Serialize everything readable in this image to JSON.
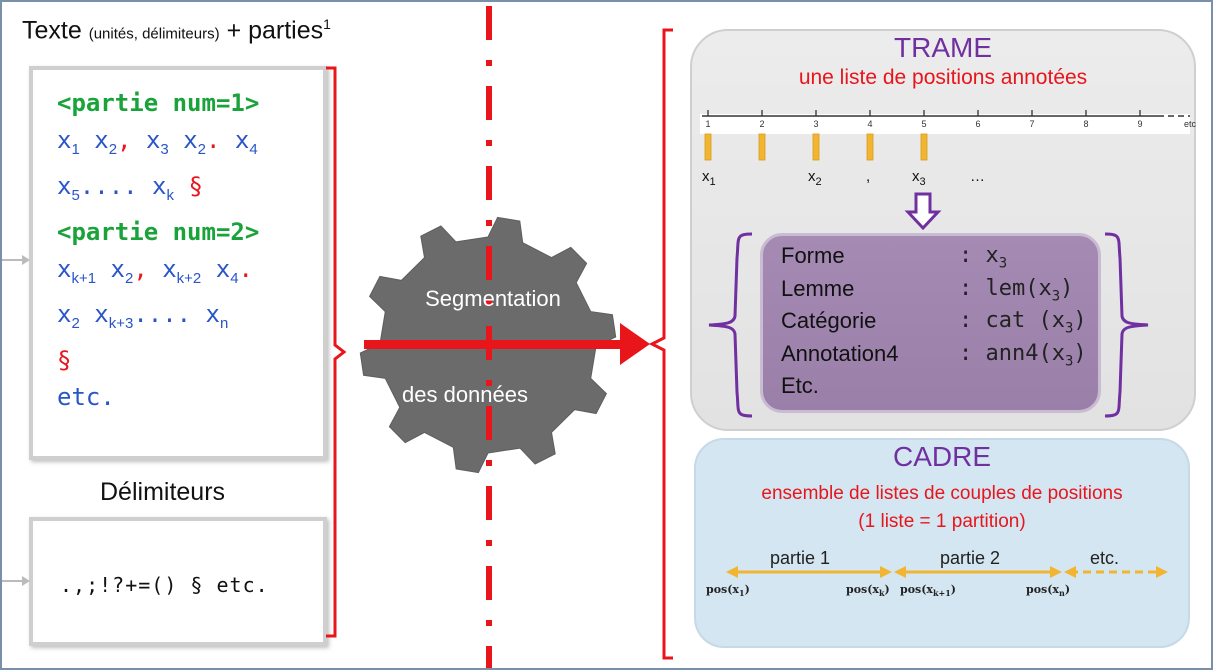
{
  "left": {
    "title_main": "Texte",
    "title_small": "(unités, délimiteurs)",
    "title_plus": "+ parties",
    "title_sup": "1",
    "code_lines": [
      [
        {
          "t": "<partie num=1>",
          "c": "green"
        }
      ],
      [
        {
          "t": "x",
          "c": "blue"
        },
        {
          "t": "1",
          "c": "blue",
          "sub": true
        },
        {
          "t": " x",
          "c": "blue"
        },
        {
          "t": "2",
          "c": "blue",
          "sub": true
        },
        {
          "t": ",",
          "c": "red"
        },
        {
          "t": " x",
          "c": "blue"
        },
        {
          "t": "3",
          "c": "blue",
          "sub": true
        },
        {
          "t": " x",
          "c": "blue"
        },
        {
          "t": "2",
          "c": "blue",
          "sub": true
        },
        {
          "t": ".",
          "c": "red"
        },
        {
          "t": " x",
          "c": "blue"
        },
        {
          "t": "4",
          "c": "blue",
          "sub": true
        }
      ],
      [
        {
          "t": "x",
          "c": "blue"
        },
        {
          "t": "5",
          "c": "blue",
          "sub": true
        },
        {
          "t": ".... x",
          "c": "blue"
        },
        {
          "t": "k",
          "c": "blue",
          "sub": true
        },
        {
          "t": " §",
          "c": "red"
        }
      ],
      [
        {
          "t": "<partie num=2>",
          "c": "green"
        }
      ],
      [
        {
          "t": "x",
          "c": "blue"
        },
        {
          "t": "k+1",
          "c": "blue",
          "sub": true
        },
        {
          "t": " x",
          "c": "blue"
        },
        {
          "t": "2",
          "c": "blue",
          "sub": true
        },
        {
          "t": ",",
          "c": "red"
        },
        {
          "t": " x",
          "c": "blue"
        },
        {
          "t": "k+2",
          "c": "blue",
          "sub": true
        },
        {
          "t": " x",
          "c": "blue"
        },
        {
          "t": "4",
          "c": "blue",
          "sub": true
        },
        {
          "t": ".",
          "c": "red"
        }
      ],
      [
        {
          "t": "x",
          "c": "blue"
        },
        {
          "t": "2",
          "c": "blue",
          "sub": true
        },
        {
          "t": " x",
          "c": "blue"
        },
        {
          "t": "k+3",
          "c": "blue",
          "sub": true
        },
        {
          "t": ".... x",
          "c": "blue"
        },
        {
          "t": "n",
          "c": "blue",
          "sub": true
        }
      ],
      [
        {
          "t": " §",
          "c": "red"
        }
      ],
      [
        {
          "t": "etc.",
          "c": "blue"
        }
      ]
    ],
    "delim_title": "Délimiteurs",
    "delim_chars": ".,;!?+=() § etc."
  },
  "gear": {
    "label_top": "Segmentation",
    "label_bottom": "des données"
  },
  "trame": {
    "title": "TRAME",
    "subtitle": "une liste de positions annotées",
    "ticks": [
      "1",
      "2",
      "3",
      "4",
      "5",
      "6",
      "7",
      "8",
      "9",
      "etc"
    ],
    "x_labels": [
      {
        "base": "x",
        "sub": "1"
      },
      {
        "base": "x",
        "sub": "2"
      },
      {
        "base": ",",
        "sub": ""
      },
      {
        "base": "x",
        "sub": "3"
      },
      {
        "base": "…",
        "sub": ""
      }
    ],
    "features": [
      {
        "name": "Forme",
        "value": ": x",
        "sub": "3",
        "tail": ""
      },
      {
        "name": "Lemme",
        "value": ": lem(x",
        "sub": "3",
        "tail": ")"
      },
      {
        "name": "Catégorie",
        "value": ": cat (x",
        "sub": "3",
        "tail": ")"
      },
      {
        "name": "Annotation4",
        "value": ": ann4(x",
        "sub": "3",
        "tail": ")"
      },
      {
        "name": "Etc.",
        "value": "",
        "sub": "",
        "tail": ""
      }
    ]
  },
  "cadre": {
    "title": "CADRE",
    "subtitle_1": "ensemble de listes de couples de positions",
    "subtitle_2": "(1 liste = 1 partition)",
    "parts": [
      "partie 1",
      "partie 2",
      "etc."
    ],
    "positions": [
      {
        "pre": "pos(x",
        "sub": "1",
        "post": ")"
      },
      {
        "pre": "pos(x",
        "sub": "k",
        "post": ")"
      },
      {
        "pre": "pos(x",
        "sub": "k+1",
        "post": ")"
      },
      {
        "pre": "pos(x",
        "sub": "n",
        "post": ")"
      }
    ]
  },
  "colors": {
    "accent_red": "#e8151b",
    "purple": "#7030a0",
    "green": "#1aa33a",
    "blue": "#2a55c8",
    "gold": "#f2b531",
    "gear": "#6b6b6b"
  }
}
